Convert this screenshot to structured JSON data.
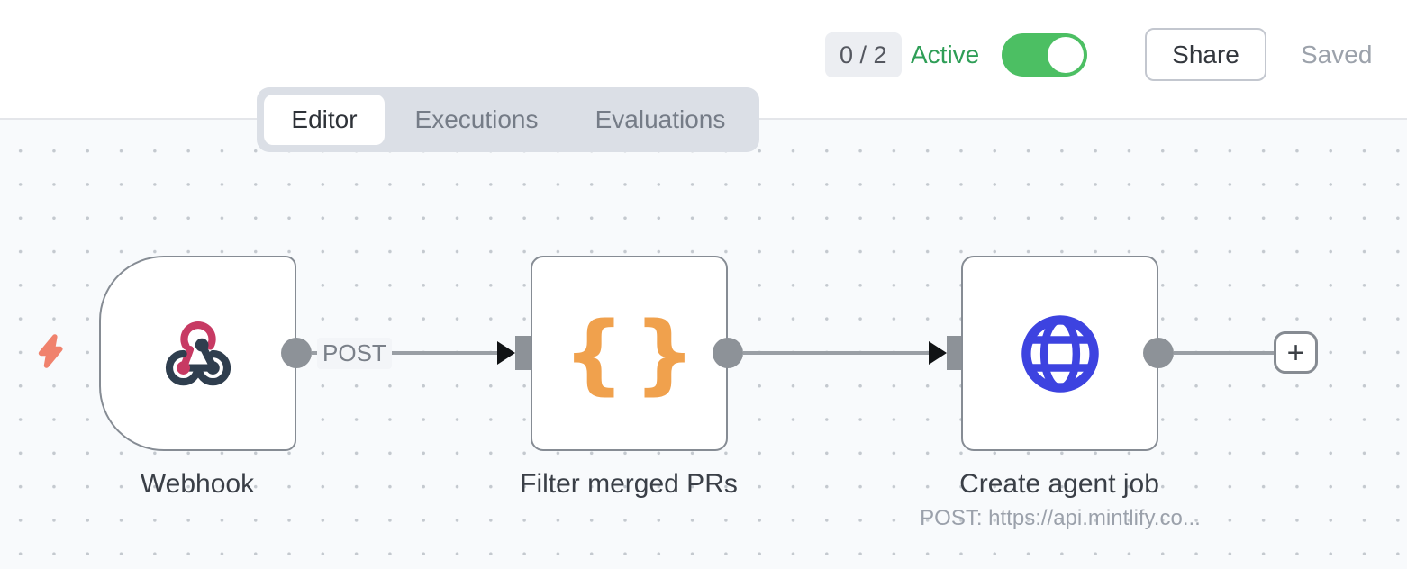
{
  "header": {
    "execution_badge": "0 / 2",
    "active_toggle": {
      "label": "Active",
      "state": "on"
    },
    "share_button": "Share",
    "saved_status": "Saved"
  },
  "tabs": [
    {
      "label": "Editor",
      "active": true
    },
    {
      "label": "Executions",
      "active": false
    },
    {
      "label": "Evaluations",
      "active": false
    }
  ],
  "canvas": {
    "nodes": [
      {
        "name": "Webhook",
        "icon": "webhook-icon"
      },
      {
        "name": "Filter merged PRs",
        "icon": "code-braces-icon",
        "icon_glyph": "{}"
      },
      {
        "name": "Create agent job",
        "icon": "globe-icon",
        "subtitle": "POST: https://api.mintlify.co..."
      }
    ],
    "connections": [
      {
        "from": "Webhook",
        "to": "Filter merged PRs",
        "label": "POST"
      },
      {
        "from": "Filter merged PRs",
        "to": "Create agent job",
        "label": ""
      }
    ],
    "add_node_button": "+"
  },
  "colors": {
    "toggle_green": "#4cbf63",
    "active_text_green": "#2f9e57",
    "webhook_pink": "#c73a63",
    "webhook_dark": "#2f3e4e",
    "braces_orange": "#f0a14d",
    "globe_blue": "#3d43e0",
    "bolt_coral": "#f0826d",
    "connector_gray": "#8d9298"
  }
}
